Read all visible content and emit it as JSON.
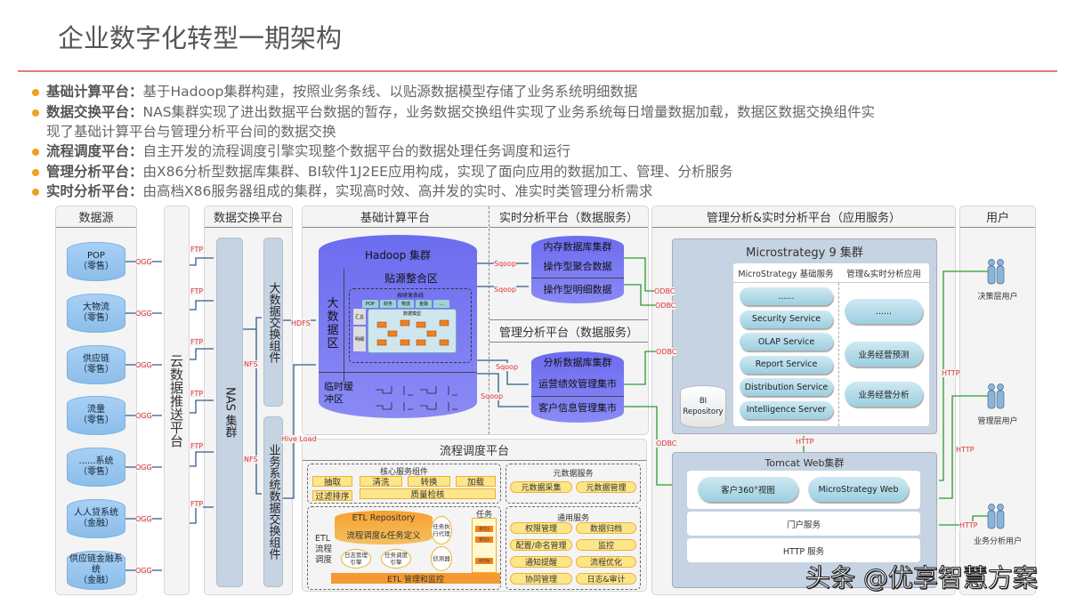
{
  "title": "企业数字化转型一期架构",
  "bullets": [
    {
      "label": "基础计算平台：",
      "text": "基于Hadoop集群构建，按照业务条线、以贴源数据模型存储了业务系统明细数据"
    },
    {
      "label": "数据交换平台：",
      "text": "NAS集群实现了进出数据平台数据的暂存，业务数据交换组件实现了业务系统每日增量数据加载，数据区数据交换组件实",
      "cont": "现了基础计算平台与管理分析平台间的数据交换"
    },
    {
      "label": "流程调度平台：",
      "text": "自主开发的流程调度引擎实现整个数据平台的数据处理任务调度和运行"
    },
    {
      "label": "管理分析平台：",
      "text": "由X86分析型数据库集群、BI软件1J2EE应用构成，实现了面向应用的数据加工、管理、分析服务"
    },
    {
      "label": "实时分析平台：",
      "text": "由高档X86服务器组成的集群，实现高时效、高并发的实时、准实时类管理分析需求"
    }
  ],
  "colors": {
    "accent": "#f0a020",
    "rule": "#e07a7a",
    "link_label": "#e03030",
    "green_line": "#2a9a2a"
  },
  "sources": {
    "header": "数据源",
    "items": [
      [
        "POP",
        "（零售）"
      ],
      [
        "大物流",
        "（零售）"
      ],
      [
        "供应链",
        "（零售）"
      ],
      [
        "流量",
        "（零售）"
      ],
      [
        "......系统",
        "（零售）"
      ],
      [
        "人人贷系统",
        "（金融）"
      ],
      [
        "供应链金融系统",
        "（金融）"
      ]
    ]
  },
  "push": "云数据推送平台",
  "exchange": {
    "header": "数据交换平台",
    "nas": "NAS 集群",
    "bigdata": "大数据交换组件",
    "biz": "业务系统数据交换组件"
  },
  "compute": {
    "header": "基础计算平台",
    "hadoop": "Hadoop 集群",
    "zone_big": "大数据区",
    "source_zone": "贴源整合区",
    "line": "按研发条线",
    "tabs": [
      "POP",
      "财务",
      "物流",
      "金融",
      "..."
    ],
    "side": [
      "汇总",
      "明细"
    ],
    "model": "数据模型",
    "temp": "临时缓冲区"
  },
  "realtime": {
    "header": "实时分析平台（数据服务）",
    "db": "内存数据库集群",
    "rows": [
      "操作型聚合数据",
      "操作型明细数据"
    ]
  },
  "mgmt": {
    "header": "管理分析平台（数据服务）",
    "db": "分析数据库集群",
    "rows": [
      "运营绩效管理集市",
      "客户信息管理集市"
    ]
  },
  "flow": {
    "header": "流程调度平台",
    "core": "核心服务组件",
    "core_items": [
      "抽取",
      "清洗",
      "转换",
      "加载",
      "过滤排序",
      "质量检核"
    ],
    "meta": "元数据服务",
    "meta_items": [
      "元数据采集",
      "元数据管理"
    ],
    "etl": "ETL流程调度",
    "repo": "ETL Repository",
    "repo_sub": "流程调度&任务定义",
    "engines": [
      "日志管理引擎",
      "任务调度引擎",
      "任务执行代理",
      "侦测器"
    ],
    "task": "任务",
    "units": [
      "单元1",
      "单元2",
      "单元N"
    ],
    "monitor": "ETL 管理和监控",
    "common": "通用服务",
    "common_items": [
      "权限管理",
      "数据归档",
      "配置/命名管理",
      "监控",
      "通知提醒",
      "流程优化",
      "协同管理",
      "日志&审计"
    ]
  },
  "app": {
    "header": "管理分析&实时分析平台（应用服务）",
    "ms": "Microstrategy 9 集群",
    "ms_base": "MicroStrategy 基础服务",
    "ms_app": "管理&实时分析应用",
    "services": [
      "......",
      "Security Service",
      "OLAP Service",
      "Report Service",
      "Distribution Service",
      "Intelligence Server"
    ],
    "apps": [
      "......",
      "业务经营预测",
      "业务经营分析"
    ],
    "bi": "BI Repository",
    "tomcat": "Tomcat Web集群",
    "web": [
      "客户360°视图",
      "MicroStrategy Web"
    ],
    "portal": "门户服务",
    "http": "HTTP 服务"
  },
  "users": {
    "header": "用户",
    "items": [
      "决策层用户",
      "管理层用户",
      "业务分析用户"
    ]
  },
  "links": {
    "ogg": "OGG",
    "ftp": "FTP",
    "nfs": "NFS",
    "hdfs": "HDFS",
    "hive": "Hive Load",
    "sqoop": "Sqoop",
    "odbc": "ODBC",
    "http": "HTTP"
  },
  "watermark": "头条 @优享智慧方案"
}
